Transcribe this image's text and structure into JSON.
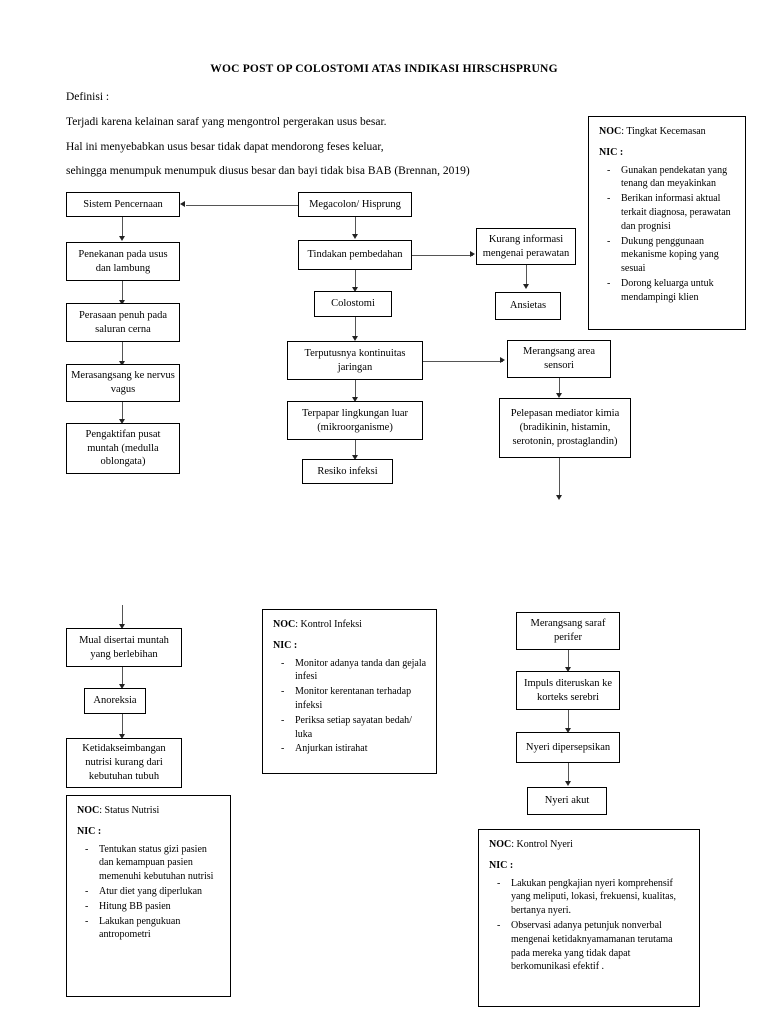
{
  "document": {
    "title": "WOC POST OP COLOSTOMI ATAS INDIKASI HIRSCHSPRUNG",
    "definition_label": "Definisi :",
    "definition_lines": [
      "Terjadi karena kelainan saraf yang mengontrol pergerakan usus besar.",
      "Hal ini menyebabkan usus besar tidak dapat mendorong feses keluar,",
      "sehingga menumpuk menumpuk diusus besar dan bayi tidak bisa BAB (Brennan, 2019)"
    ]
  },
  "flow_boxes": {
    "sistem_pencernaan": "Sistem Pencernaan",
    "megacolon": "Megacolon/ Hisprung",
    "penekanan": "Penekanan pada usus dan lambung",
    "tindakan_pembedahan": "Tindakan pembedahan",
    "kurang_informasi": "Kurang informasi mengenai perawatan",
    "perasaan_penuh": "Perasaan penuh pada saluran cerna",
    "colostomi": "Colostomi",
    "ansietas": "Ansietas",
    "merangsang_nervus": "Merasangsang ke nervus vagus",
    "terputusnya": "Terputusnya kontinuitas jaringan",
    "merangsang_area_sensori": "Merangsang area sensori",
    "pengaktifan": "Pengaktifan pusat muntah (medulla oblongata)",
    "terpapar": "Terpapar lingkungan luar (mikroorganisme)",
    "pelepasan_mediator": "Pelepasan mediator kimia (bradikinin, histamin, serotonin, prostaglandin)",
    "resiko_infeksi": "Resiko infeksi",
    "mual": "Mual disertai muntah yang berlebihan",
    "anoreksia": "Anoreksia",
    "ketidakseimbangan": "Ketidakseimbangan nutrisi kurang dari kebutuhan tubuh",
    "merangsang_saraf_perifer": "Merangsang saraf perifer",
    "impuls": "Impuls diteruskan ke korteks serebri",
    "nyeri_dipersepsikan": "Nyeri dipersepsikan",
    "nyeri_akut": "Nyeri akut"
  },
  "panels": {
    "kecemasan": {
      "noc_label": "NOC",
      "noc_value": ": Tingkat Kecemasan",
      "nic_label": "NIC :",
      "items": [
        "Gunakan pendekatan yang tenang dan meyakinkan",
        "Berikan informasi aktual terkait diagnosa, perawatan dan prognisi",
        "Dukung penggunaan mekanisme koping yang sesuai",
        "Dorong keluarga untuk mendampingi klien"
      ]
    },
    "infeksi": {
      "noc_label": "NOC",
      "noc_value": ": Kontrol Infeksi",
      "nic_label": "NIC :",
      "items": [
        "Monitor adanya tanda dan gejala infesi",
        "Monitor kerentanan terhadap infeksi",
        "Periksa setiap sayatan bedah/ luka",
        "Anjurkan istirahat"
      ]
    },
    "nutrisi": {
      "noc_label": "NOC",
      "noc_value": ": Status Nutrisi",
      "nic_label": "NIC :",
      "items": [
        "Tentukan status gizi pasien dan kemampuan pasien memenuhi kebutuhan nutrisi",
        "Atur diet yang diperlukan",
        "Hitung BB pasien",
        "Lakukan pengukuan antropometri"
      ]
    },
    "nyeri": {
      "noc_label": "NOC",
      "noc_value": ": Kontrol Nyeri",
      "nic_label": "NIC :",
      "items": [
        "Lakukan pengkajian nyeri komprehensif yang meliputi, lokasi, frekuensi, kualitas, bertanya nyeri.",
        "Observasi adanya petunjuk nonverbal mengenai ketidaknyamamanan terutama pada mereka yang tidak dapat berkomunikasi efektif ."
      ]
    }
  },
  "colors": {
    "page_background": "#ffffff",
    "text": "#000000",
    "box_border": "#000000",
    "connector": "#555555",
    "arrow_head": "#222222"
  }
}
